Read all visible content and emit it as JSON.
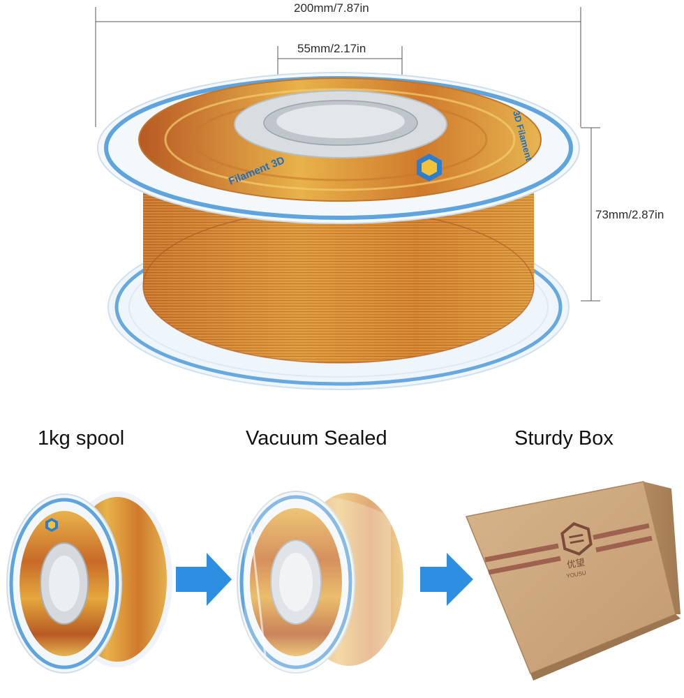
{
  "dimensions": {
    "diameter": "200mm/7.87in",
    "hub": "55mm/2.17in",
    "width": "73mm/2.87in"
  },
  "captions": {
    "spool": "1kg spool",
    "vacuum": "Vacuum Sealed",
    "box": "Sturdy Box"
  },
  "labels": {
    "spool_side": "Filament 3D",
    "spool_top": "3D Filament",
    "box_brand_cn": "优望",
    "box_brand_en": "YOUSU"
  },
  "colors": {
    "gold": "#e0b24a",
    "copper": "#c0652a",
    "spool_blue": "#3a8fd6",
    "arrow_blue": "#2e8fe0",
    "cardboard": "#c9a37a",
    "box_stripe": "#9a5a4a"
  },
  "icons": {
    "arrow": "arrow-right-icon",
    "logo": "yousu-logo-icon"
  }
}
